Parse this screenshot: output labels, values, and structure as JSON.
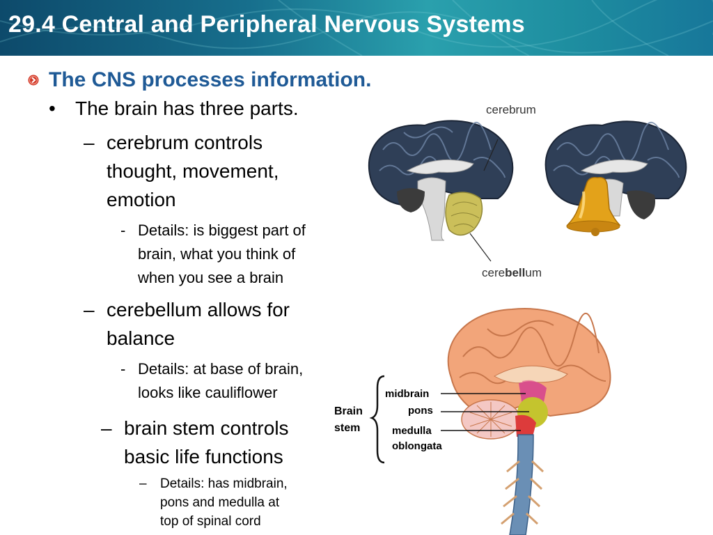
{
  "slide": {
    "title": "29.4 Central and Peripheral Nervous Systems",
    "heading": "The CNS processes information."
  },
  "bullets": {
    "main": "The brain has three parts.",
    "cerebrum": {
      "line1": "cerebrum controls",
      "line2": "thought, movement,",
      "line3": "emotion",
      "detail_line1": "Details:  is biggest part of",
      "detail_line2": "brain, what you think of",
      "detail_line3": "when you see a brain"
    },
    "cerebellum": {
      "line1": "cerebellum allows for",
      "line2": "balance",
      "detail_line1": "Details:  at base of brain,",
      "detail_line2": "looks like cauliflower"
    },
    "brainstem": {
      "line1": "brain stem controls",
      "line2": "basic life functions",
      "detail_line1": "Details:  has midbrain,",
      "detail_line2": "pons and medulla at",
      "detail_line3": "top of spinal cord"
    }
  },
  "markers": {
    "dot": "•",
    "dash": "–",
    "hyphen": "-"
  },
  "figure_top": {
    "label_cerebrum": "cerebrum",
    "label_cerebellum_pre": "cere",
    "label_cerebellum_bold": "bell",
    "label_cerebellum_post": "um"
  },
  "figure_bottom": {
    "label_midbrain": "midbrain",
    "label_pons": "pons",
    "label_medulla_line1": "medulla",
    "label_medulla_line2": "oblongata",
    "label_brain": "Brain",
    "label_stem": "stem"
  },
  "colors": {
    "heading": "#1f5a96",
    "bullet_icon": "#d23a2a",
    "cerebrum_dark": "#2f3f57",
    "cerebellum_yellow": "#cbbf5a",
    "bell_gold": "#e3a21a",
    "brain_orange": "#f2a57a"
  }
}
